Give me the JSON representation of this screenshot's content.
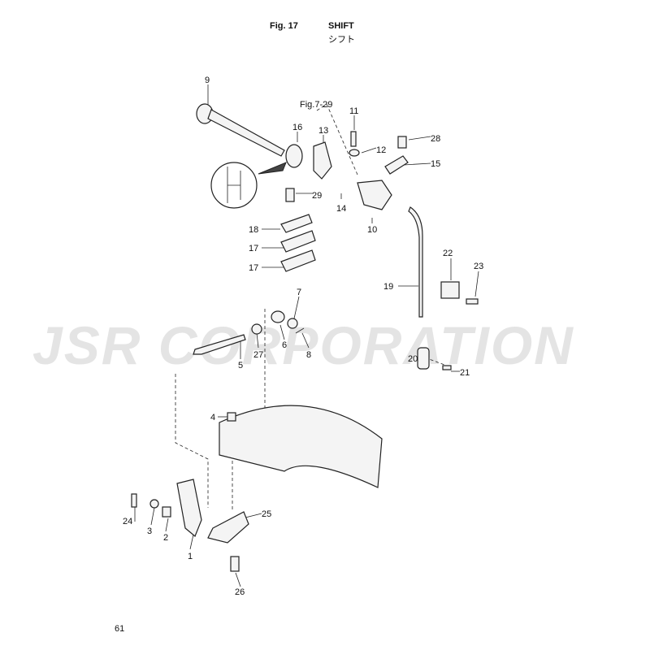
{
  "header": {
    "fig": "Fig. 17",
    "title": "SHIFT",
    "title_jp": "シフト"
  },
  "reference": "Fig.7-29",
  "watermark": "JSR CORPORATION",
  "page_number": "61",
  "callouts": [
    "9",
    "11",
    "16",
    "13",
    "12",
    "28",
    "15",
    "29",
    "14",
    "10",
    "18",
    "17",
    "17",
    "22",
    "23",
    "19",
    "7",
    "27",
    "6",
    "8",
    "5",
    "20",
    "21",
    "4",
    "25",
    "24",
    "3",
    "2",
    "1",
    "26"
  ]
}
